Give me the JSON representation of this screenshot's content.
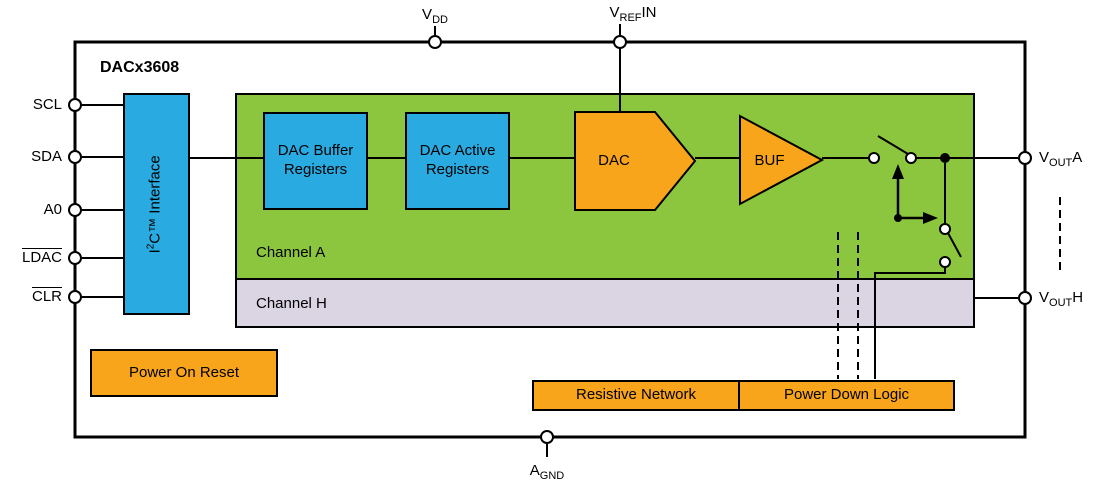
{
  "title": "DACx3608",
  "colors": {
    "interface_blue": "#29ABE2",
    "channel_a_green": "#8CC63E",
    "channel_h_lavender": "#DAD4E3",
    "accent_orange": "#F9A51B",
    "wire_black": "#000000",
    "background": "#FFFFFF"
  },
  "pins": {
    "left": {
      "scl": "SCL",
      "sda": "SDA",
      "a0": "A0",
      "ldac": "LDAC",
      "clr": "CLR"
    },
    "top": {
      "vdd": {
        "main": "V",
        "sub": "DD"
      },
      "vrefin": {
        "main": "V",
        "sub": "REF",
        "tail": "IN"
      }
    },
    "right": {
      "vouta": {
        "main": "V",
        "sub": "OUT",
        "tail": "A"
      },
      "vouth": {
        "main": "V",
        "sub": "OUT",
        "tail": "H"
      }
    },
    "bottom": {
      "agnd": {
        "main": "A",
        "sub": "GND"
      }
    }
  },
  "blocks": {
    "i2c": {
      "pre": "I",
      "sup": "2",
      "post": "C™ Interface"
    },
    "dac_buffer": "DAC Buffer Registers",
    "dac_active": "DAC Active Registers",
    "dac": "DAC",
    "buf": "BUF",
    "channel_a": "Channel A",
    "channel_h": "Channel H",
    "power_on_reset": "Power On Reset",
    "resistive_network": "Resistive Network",
    "power_down_logic": "Power Down Logic"
  }
}
